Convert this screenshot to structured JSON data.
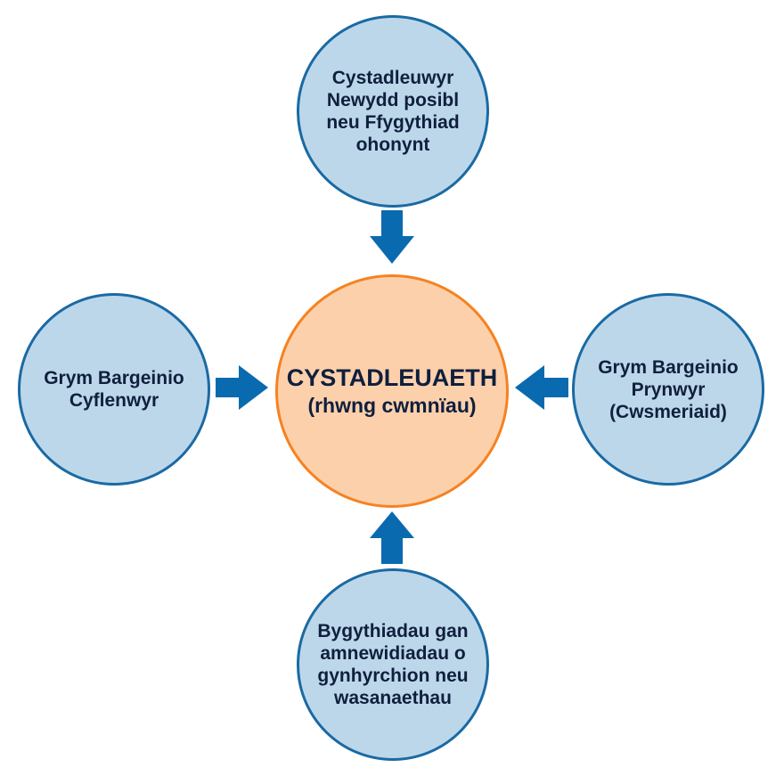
{
  "colors": {
    "outer_fill": "#bdd7ea",
    "outer_border": "#1a6aa3",
    "center_fill": "#fdd0ac",
    "center_border": "#f58221",
    "arrow": "#0a6aaf",
    "text": "#0f1f3d"
  },
  "center": {
    "title": "CYSTADLEUAETH",
    "subtitle": "(rhwng cwmnïau)"
  },
  "forces": {
    "top": {
      "lines": [
        "Cystadleuwyr",
        "Newydd posibl",
        "neu Ffygythiad",
        "ohonynt"
      ]
    },
    "left": {
      "lines": [
        "Grym Bargeinio",
        "Cyflenwyr"
      ]
    },
    "right": {
      "lines": [
        "Grym Bargeinio",
        "Prynwyr",
        "(Cwsmeriaid)"
      ]
    },
    "bottom": {
      "lines": [
        "Bygythiadau gan",
        "amnewidiadau o",
        "gynhyrchion neu",
        "wasanaethau"
      ]
    }
  },
  "arrows": [
    {
      "from": "top",
      "direction": "down",
      "icon": "arrow-down-icon"
    },
    {
      "from": "left",
      "direction": "right",
      "icon": "arrow-right-icon"
    },
    {
      "from": "right",
      "direction": "left",
      "icon": "arrow-left-icon"
    },
    {
      "from": "bottom",
      "direction": "up",
      "icon": "arrow-up-icon"
    }
  ]
}
